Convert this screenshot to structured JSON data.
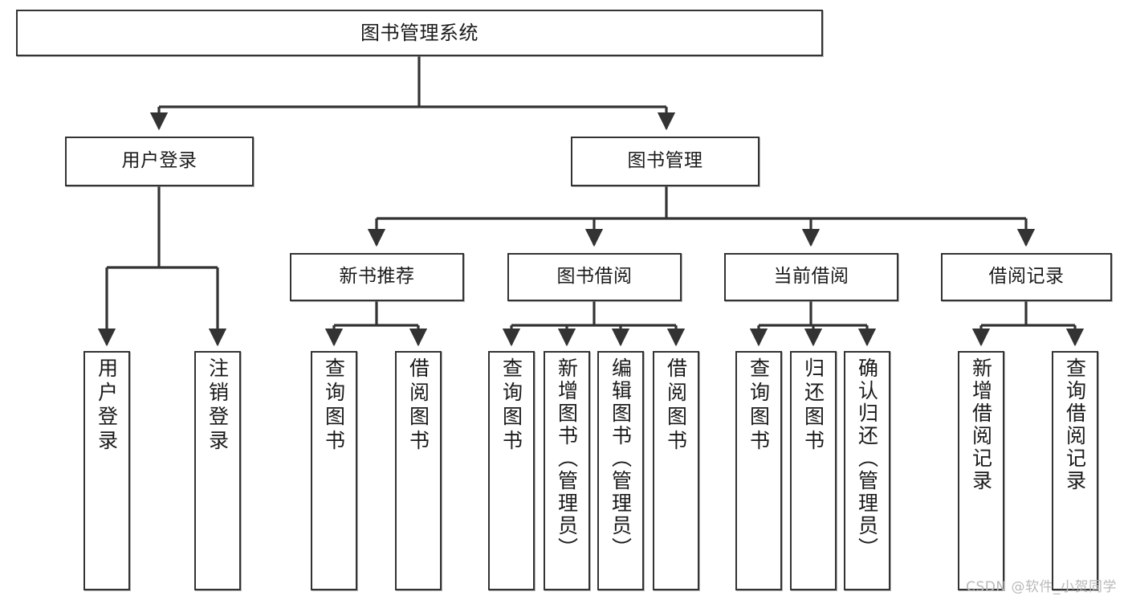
{
  "diagram": {
    "title": "图书管理系统",
    "watermark": "CSDN @软件_小贺同学",
    "colors": {
      "box_border": "#333333",
      "box_fill": "#ffffff",
      "connector": "#333333",
      "text": "#1a1a1a",
      "watermark": "#b9b9b9"
    },
    "nodes": {
      "root": {
        "label": "图书管理系统"
      },
      "level2": [
        {
          "label": "用户登录"
        },
        {
          "label": "图书管理"
        }
      ],
      "level3": [
        {
          "label": "新书推荐"
        },
        {
          "label": "图书借阅"
        },
        {
          "label": "当前借阅"
        },
        {
          "label": "借阅记录"
        }
      ],
      "leaves": {
        "user_login": [
          {
            "label": "用户登录"
          },
          {
            "label": "注销登录"
          }
        ],
        "new_book_recommend": [
          {
            "label": "查询图书"
          },
          {
            "label": "借阅图书"
          }
        ],
        "book_borrow": [
          {
            "label": "查询图书"
          },
          {
            "label": "新增图书（管理员）"
          },
          {
            "label": "编辑图书（管理员）"
          },
          {
            "label": "借阅图书"
          }
        ],
        "current_borrow": [
          {
            "label": "查询图书"
          },
          {
            "label": "归还图书"
          },
          {
            "label": "确认归还（管理员）"
          }
        ],
        "borrow_records": [
          {
            "label": "新增借阅记录"
          },
          {
            "label": "查询借阅记录"
          }
        ]
      }
    }
  }
}
